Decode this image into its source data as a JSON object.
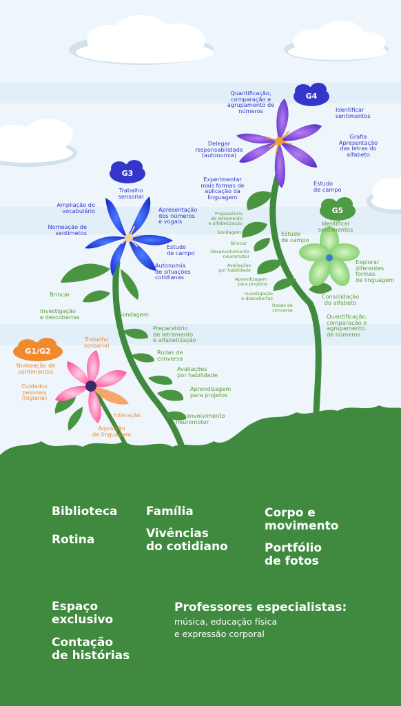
{
  "colors": {
    "sky": "#eef6fb",
    "ground": "#3f8a3e",
    "stem": "#3f8a3e",
    "leaf": "#4a9442",
    "label_blue": "#3436c9",
    "label_green": "#5c9a33",
    "label_orange": "#f08a2c",
    "badge_blue": "#3436c9",
    "badge_green": "#4f9a45",
    "badge_orange": "#f08a2c"
  },
  "g4": {
    "badge": "G4",
    "labels": [
      "Quantificação,\ncomparação e\nagrupamento de\nnúmeros",
      "Identificar\nsentimentos",
      "Delegar\nresponsabilidade\n(autonomia)",
      "Grafia\nApresentação\ndas letras do\nalfabeto",
      "Experimentar\nmais formas de\naplicação da\nlinguagem",
      "Estudo\nde campo",
      "Preparatório\nde letramento\ne alfabetização",
      "Sondagem",
      "Brincar",
      "Desenvolvimento\nneuromotor",
      "Avaliações\npor habilidade",
      "Aprendizagem\npara projetos",
      "Investigação\ne descobertas",
      "Rodas de\nconversa"
    ]
  },
  "g5": {
    "badge": "G5",
    "labels": [
      "Identificar\nsentimentos",
      "Estudo\nde campo",
      "Explorar\ndiferentes\nformas\nde linguagem",
      "Consolidação\ndo alfabeto",
      "Quantificação,\ncomparação e\nagrupamento\nde números"
    ]
  },
  "g3": {
    "badge": "G3",
    "labels": [
      "Trabalho\nsensorial",
      "Ampliação do\nvocabulário",
      "Apresentação\ndos números\ne vogais",
      "Nomeação de\nsentimetos",
      "Estudo\nde campo",
      "Autonomia\nde situações\ncotidianas",
      "Brincar",
      "Investigação\ne descobertas",
      "Sondagem",
      "Preparatório\nde letramento\ne alfabetização",
      "Rodas de\nconversa",
      "Avaliações\npor habilidade",
      "Aprendizagem\npara projetos",
      "Desenvolvimento\nneuromotor"
    ]
  },
  "g1g2": {
    "badge": "G1/G2",
    "labels": [
      "Trabalho\nsensorial",
      "Nomeação de\nsentimentos",
      "Cuidados\npessoais\n(higiene)",
      "Interação",
      "Aquisição\nde linguagem"
    ]
  },
  "bottom": {
    "items": [
      "Biblioteca",
      "Família",
      "Corpo e\nmovimento",
      "Rotina",
      "Vivências\ndo cotidiano",
      "Portfólio\nde fotos",
      "Espaço\nexclusivo",
      "Contação\nde histórias",
      "Professores especialistas:"
    ],
    "specialists_detail": "música, educação física\ne expressão corporal"
  }
}
